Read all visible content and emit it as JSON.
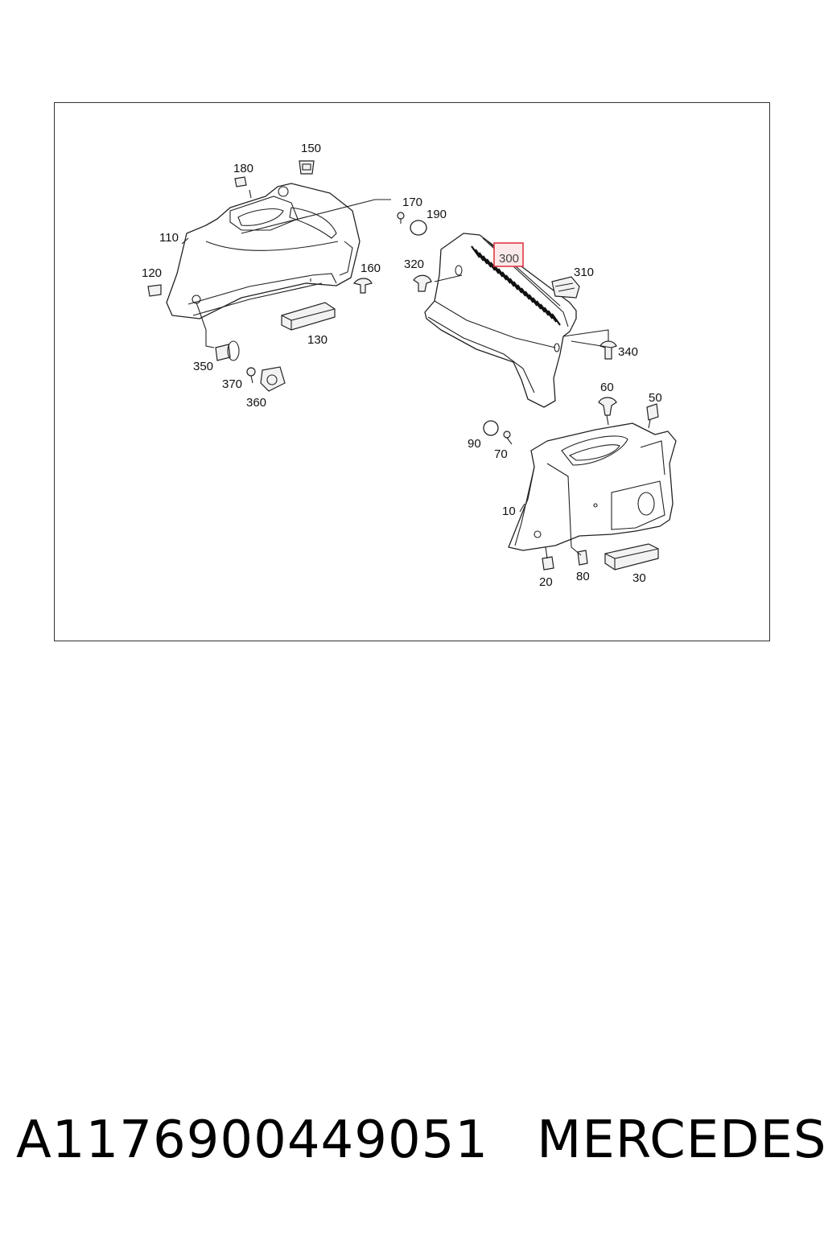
{
  "callouts": {
    "c150": "150",
    "c180": "180",
    "c170": "170",
    "c190": "190",
    "c110": "110",
    "c120": "120",
    "c160": "160",
    "c130": "130",
    "c350": "350",
    "c370": "370",
    "c360": "360",
    "c320": "320",
    "c300": "300",
    "c310": "310",
    "c340": "340",
    "c60": "60",
    "c50": "50",
    "c90": "90",
    "c70": "70",
    "c10": "10",
    "c20": "20",
    "c80": "80",
    "c30": "30"
  },
  "highlighted_callout": "300",
  "highlight_color": "#e03a45",
  "footer": {
    "part_number": "A1176900449051",
    "brand": "MERCEDES"
  }
}
